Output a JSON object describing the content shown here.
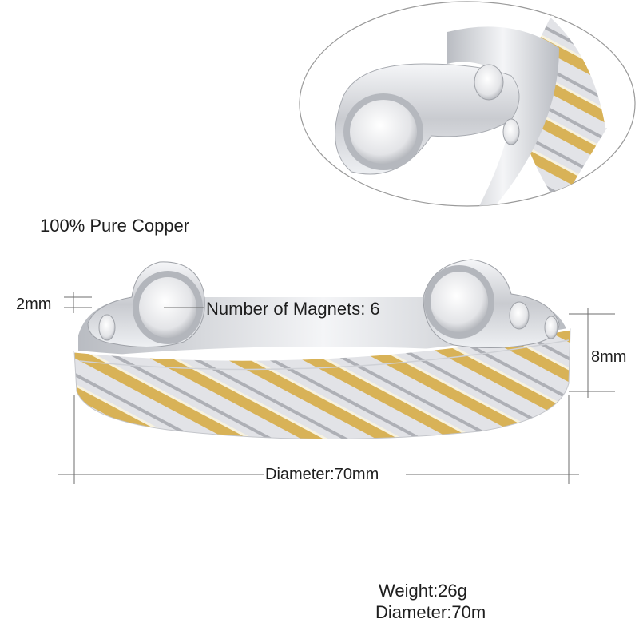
{
  "labels": {
    "material": "100% Pure Copper",
    "thickness": "2mm",
    "magnets": "Number of Magnets: 6",
    "width": "8mm",
    "diameter": "Diameter:70mm"
  },
  "specs": {
    "weight": "Weight:26g",
    "diameter": "Diameter:70m"
  },
  "colors": {
    "silver": "#dcdde1",
    "gold": "#d9b55a",
    "line": "#6e6e6e",
    "text": "#1e1e1e"
  }
}
